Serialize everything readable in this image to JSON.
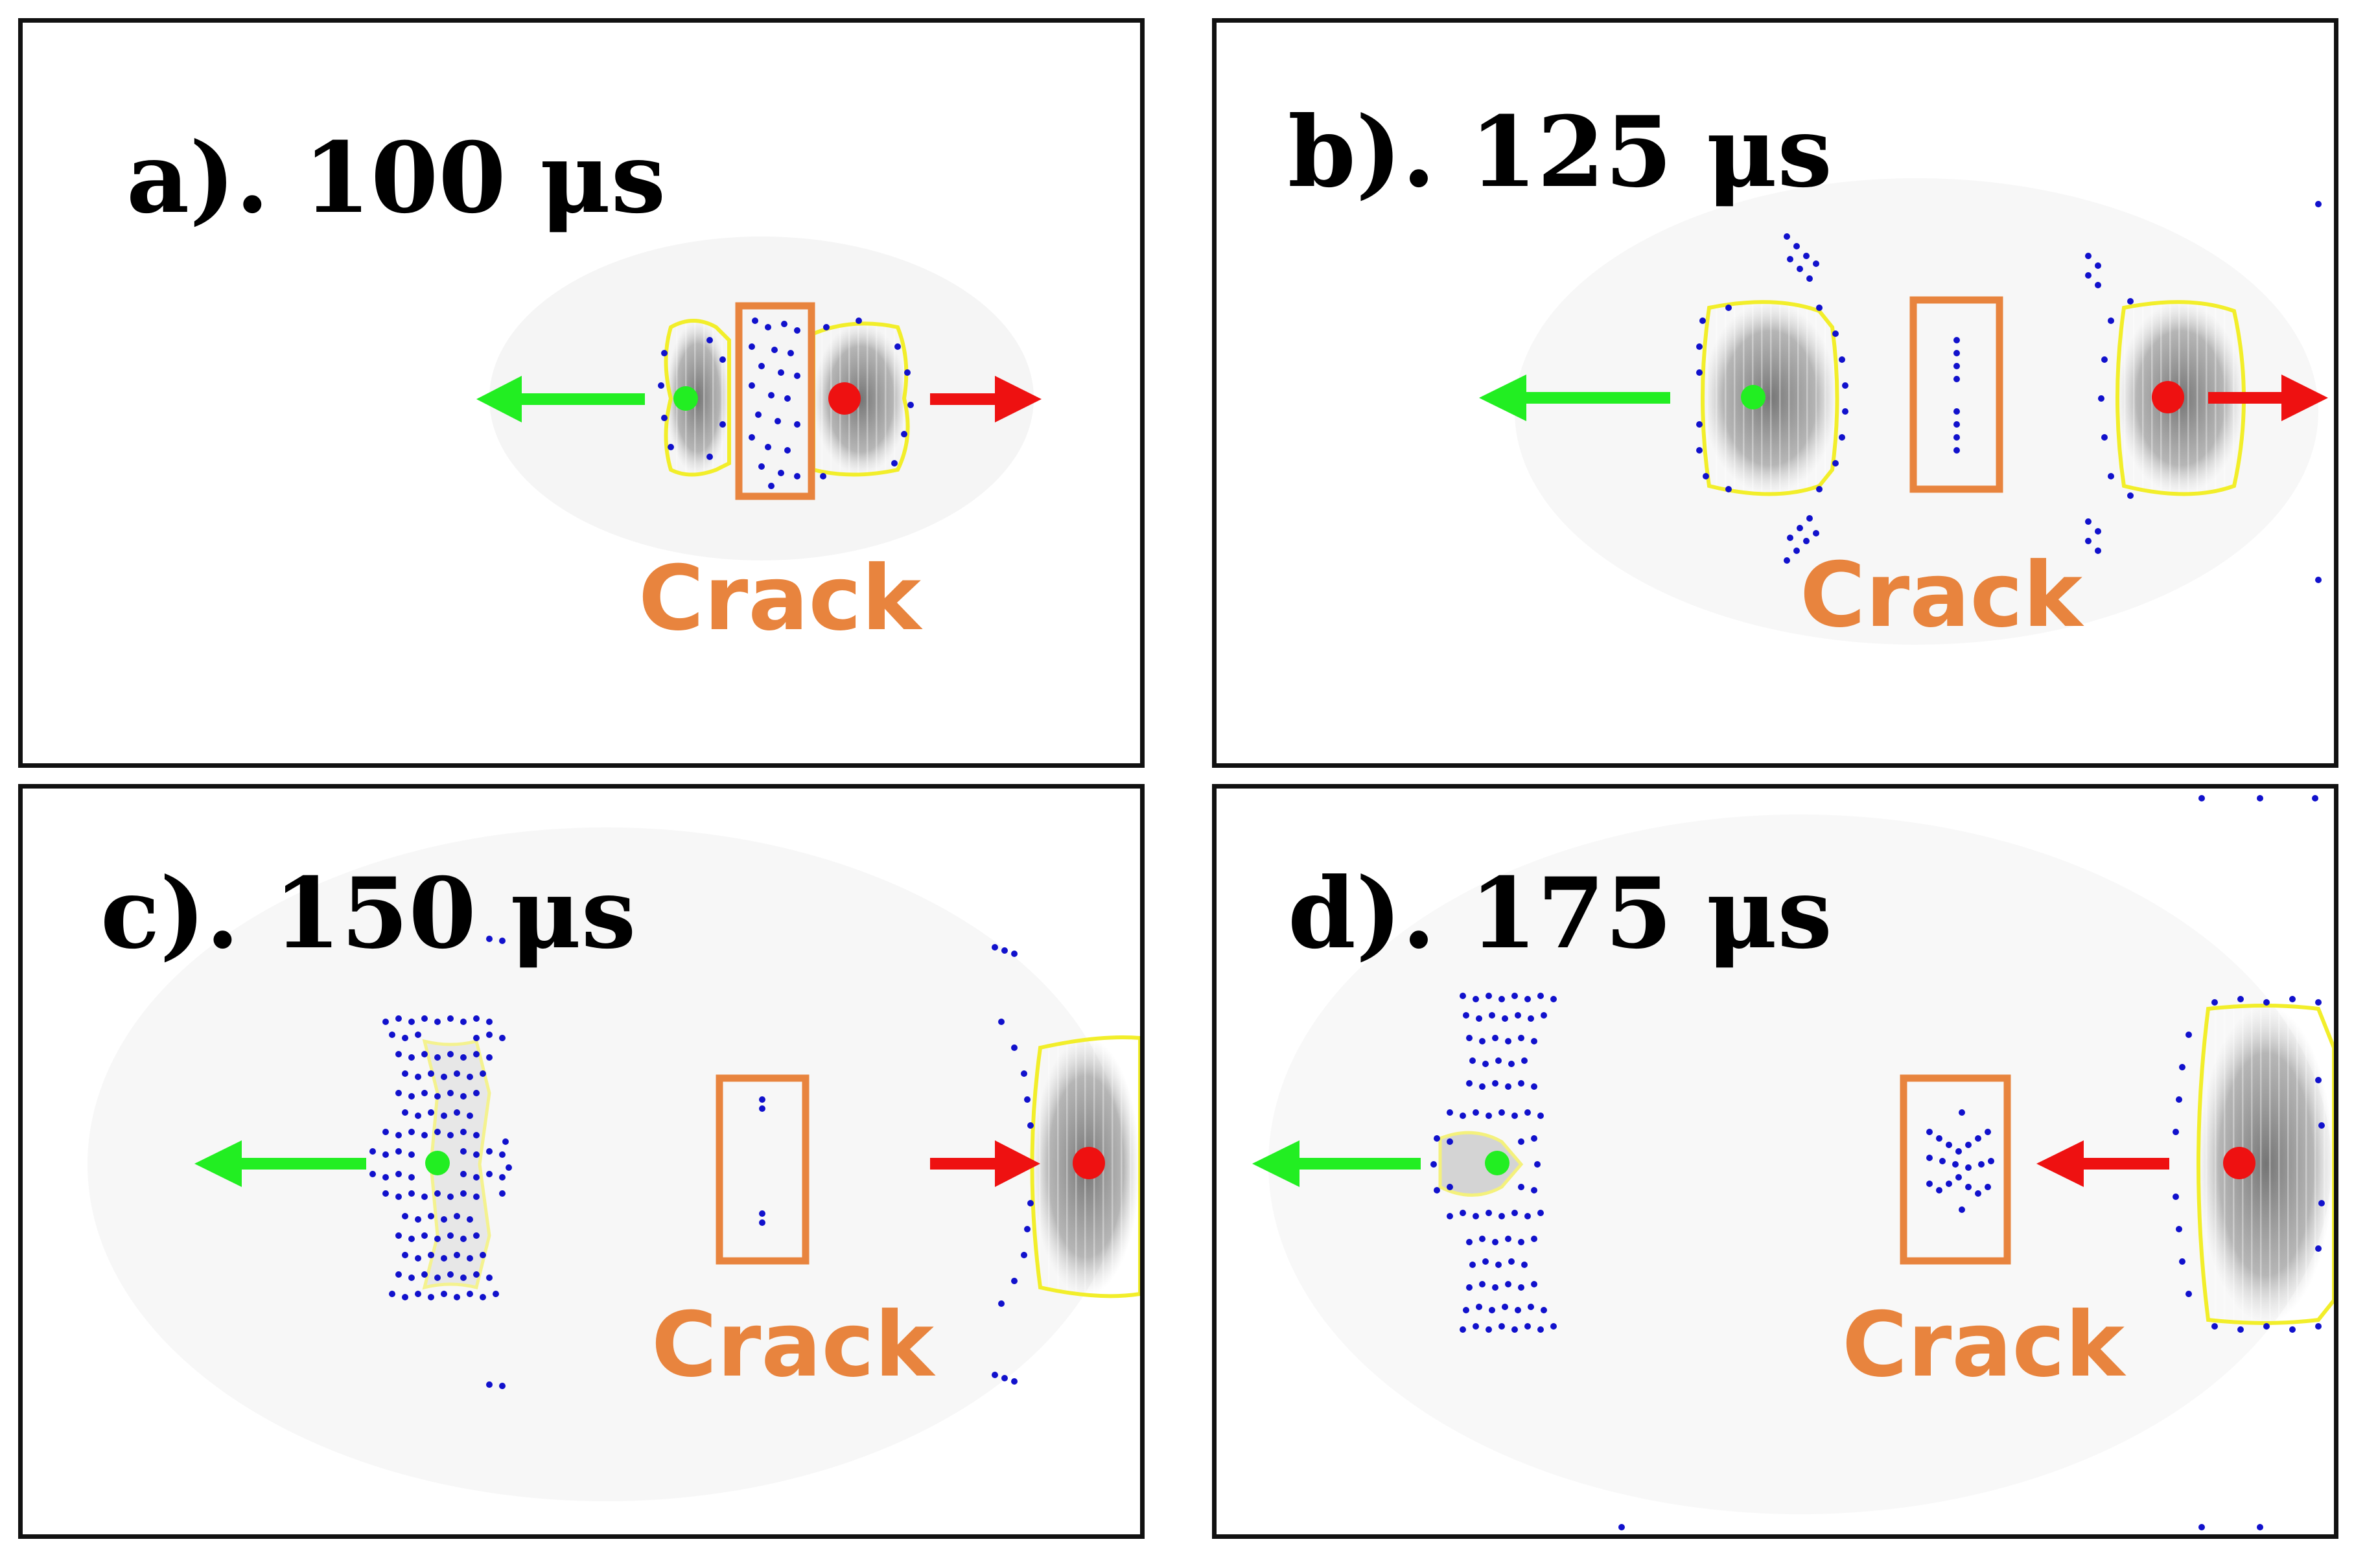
{
  "panels": [
    {
      "id": "a",
      "label": "a). 100 μs",
      "crack_label": "Crack"
    },
    {
      "id": "b",
      "label": "b). 125 μs",
      "crack_label": "Crack"
    },
    {
      "id": "c",
      "label": "c). 150 μs",
      "crack_label": "Crack"
    },
    {
      "id": "d",
      "label": "d). 175 μs",
      "crack_label": "Crack"
    }
  ],
  "colors": {
    "left_arrow": "#22ee22",
    "right_arrow": "#ee1111",
    "crack_box": "#e8843e",
    "particles": "#1111cc",
    "contour": "#f2ee2a",
    "wave": "#8a8a8a"
  }
}
